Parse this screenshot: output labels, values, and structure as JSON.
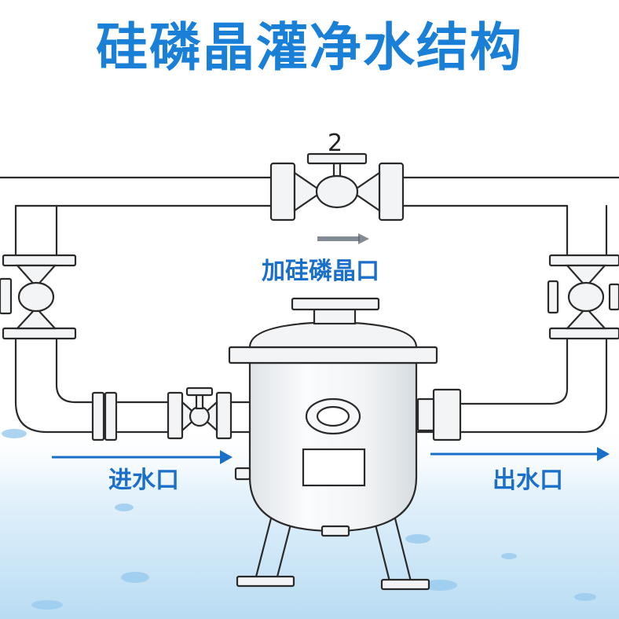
{
  "title": "硅磷晶灌净水结构",
  "labels": {
    "inlet": "进水口",
    "outlet": "出水口",
    "add_port": "加硅磷晶口",
    "top_valve_number": "2"
  },
  "colors": {
    "title": "#1a7fd6",
    "label": "#1a6fc8",
    "arrow": "#1a6fc8",
    "outline": "#2a2a2a",
    "metal": "#f2f4f6",
    "water": "#cfe7f7"
  },
  "icons": [
    "gate-valve-icon",
    "flow-arrow-icon",
    "water-drop-icon"
  ]
}
